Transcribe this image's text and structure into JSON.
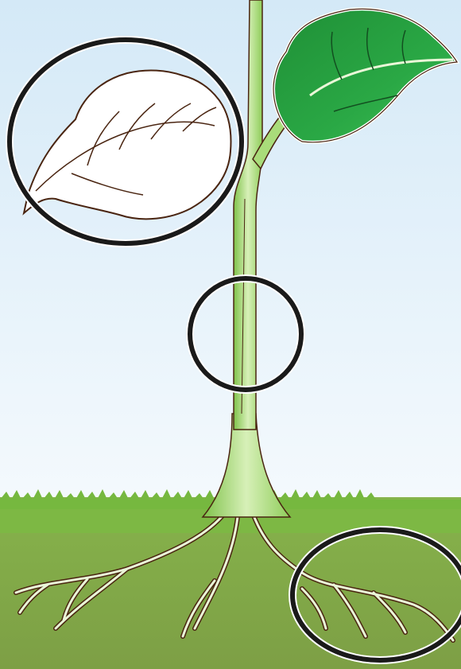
{
  "illustration": {
    "subject": "plant-parts",
    "highlighted_parts": [
      "leaf",
      "stem",
      "roots"
    ],
    "colors": {
      "sky_top": "#d4e9f7",
      "sky_bottom": "#ffffff",
      "grass": "#76b83f",
      "soil_top": "#86b34b",
      "soil_bottom": "#7d9f45",
      "stem_light": "#c9e9a4",
      "stem_mid": "#9fd36a",
      "leaf_dark": "#1e9a3b",
      "leaf_light": "#45c45a",
      "outline": "#4a2511",
      "highlight_ring": "#1a1a1a"
    }
  }
}
